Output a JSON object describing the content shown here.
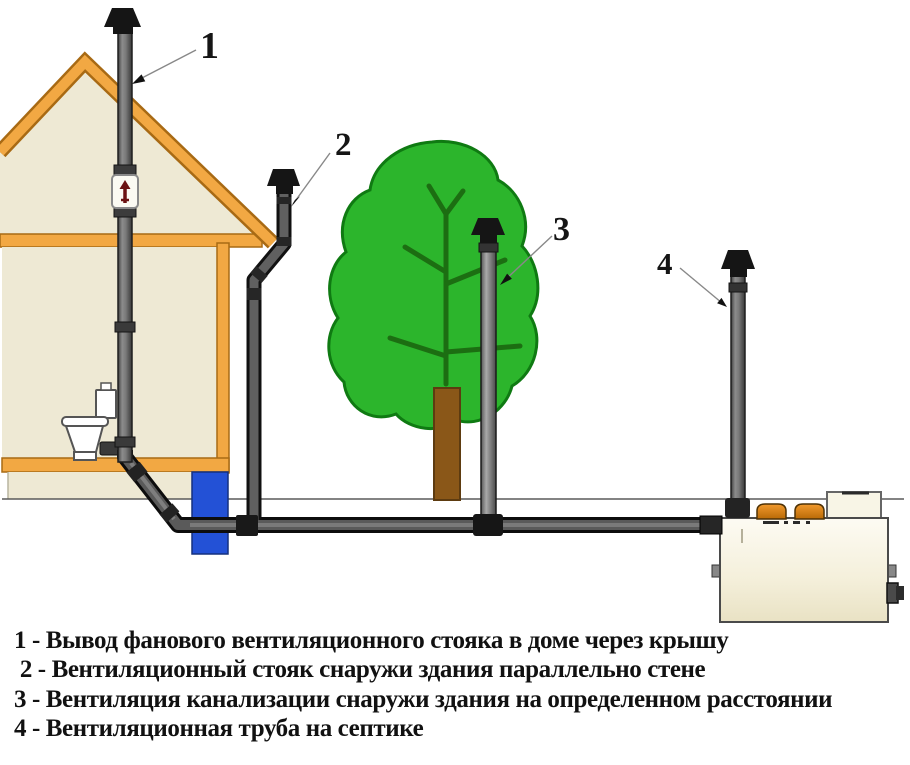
{
  "figure": {
    "callout_numbers": [
      "1",
      "2",
      "3",
      "4"
    ],
    "legend_lines": [
      "1 - Вывод фанового вентиляционного стояка в доме через крышу",
      " 2 - Вентиляционный стояк снаружи здания параллельно стене",
      "3 - Вентиляция канализации снаружи здания на определенном расстоянии",
      "4 - Вентиляционная труба на септике"
    ],
    "colors": {
      "roof_orange": "#f2a843",
      "roof_outline": "#a86a14",
      "wall_cream": "#eee9d4",
      "foundation_blue": "#2351d6",
      "tree_green": "#2cb52c",
      "tree_outline": "#0f7a12",
      "tree_trunk_brown": "#8a5718",
      "pipe_gray": "#6e6e6e",
      "fitting_black": "#1b1b1b",
      "septic_cream": "#f4efda",
      "septic_cap_orange": "#d97b12",
      "check_valve_arrow_red": "#6b1111"
    }
  }
}
